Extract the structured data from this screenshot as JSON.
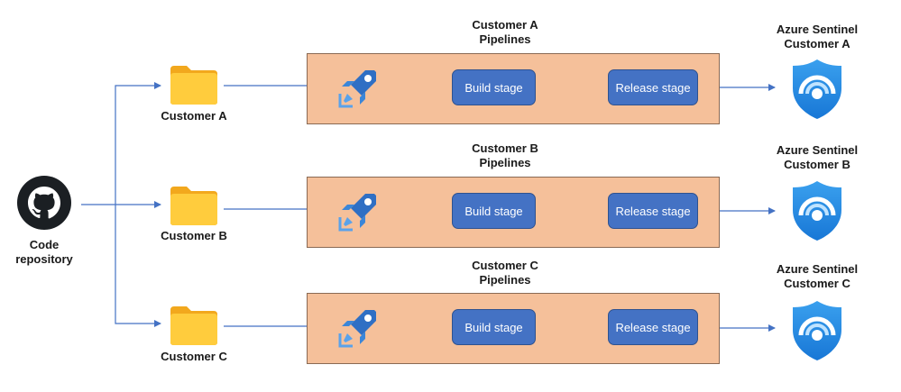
{
  "repository": {
    "label": "Code\nrepository"
  },
  "customers": [
    {
      "folder_label": "Customer A",
      "pipeline_title": "Customer A\nPipelines",
      "build_label": "Build stage",
      "release_label": "Release stage",
      "sentinel_label": "Azure Sentinel\nCustomer A"
    },
    {
      "folder_label": "Customer B",
      "pipeline_title": "Customer B\nPipelines",
      "build_label": "Build stage",
      "release_label": "Release stage",
      "sentinel_label": "Azure Sentinel\nCustomer B"
    },
    {
      "folder_label": "Customer C",
      "pipeline_title": "Customer C\nPipelines",
      "build_label": "Build stage",
      "release_label": "Release stage",
      "sentinel_label": "Azure Sentinel\nCustomer C"
    }
  ],
  "colors": {
    "pipeline_fill": "#f5c09a",
    "stage_fill": "#4472c4",
    "arrow": "#4472c4",
    "folder": "#ffc83d",
    "sentinel": "#1e90e8"
  }
}
